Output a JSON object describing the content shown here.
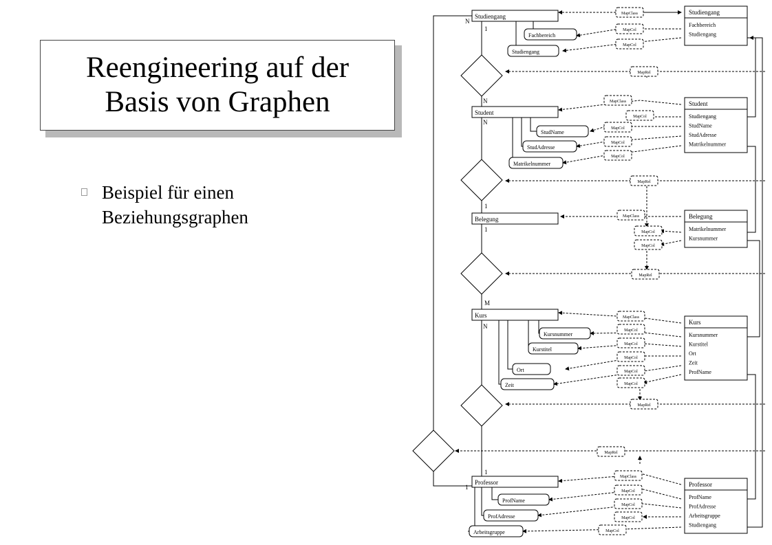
{
  "title": {
    "line1": "Reengineering auf der",
    "line2": "Basis von Graphen"
  },
  "bullet": {
    "line1": "Beispiel für einen",
    "line2": "Beziehungsgraphen"
  },
  "diagram": {
    "entities": [
      {
        "name": "Studiengang",
        "cardinality_top": "N",
        "cardinality_below": "1"
      },
      {
        "name": "Student",
        "cardinality_top": "N",
        "cardinality_below": "N"
      },
      {
        "name": "Belegung",
        "cardinality_top": "1",
        "cardinality_below": "1"
      },
      {
        "name": "Kurs",
        "cardinality_top": "M",
        "cardinality_below": "N"
      },
      {
        "name": "Professor",
        "cardinality_top": "1",
        "cardinality_left": "1"
      }
    ],
    "attributes": {
      "studiengang": [
        "Fachbereich",
        "Studiengang"
      ],
      "student": [
        "StudName",
        "StudAdresse",
        "Matrikelnummer"
      ],
      "kurs": [
        "Kursnummer",
        "Kurstitel",
        "Ort",
        "Zeit"
      ],
      "professor": [
        "ProfName",
        "ProfAdresse",
        "Arbeitsgruppe"
      ]
    },
    "tables": [
      {
        "name": "Studiengang",
        "columns": [
          "Fachbereich",
          "Studiengang"
        ]
      },
      {
        "name": "Student",
        "columns": [
          "Studiengang",
          "StudName",
          "StudAdresse",
          "Matrikelnummer"
        ]
      },
      {
        "name": "Belegung",
        "columns": [
          "Matrikelnummer",
          "Kursnummer"
        ]
      },
      {
        "name": "Kurs",
        "columns": [
          "Kursnummer",
          "Kurstitel",
          "Ort",
          "Zeit",
          "ProfName"
        ]
      },
      {
        "name": "Professor",
        "columns": [
          "ProfName",
          "ProfAdresse",
          "Arbeitsgruppe",
          "Studiengang"
        ]
      }
    ],
    "map_labels": {
      "class": "MapClass",
      "col": "MapCol",
      "rel": "MapRel"
    }
  }
}
